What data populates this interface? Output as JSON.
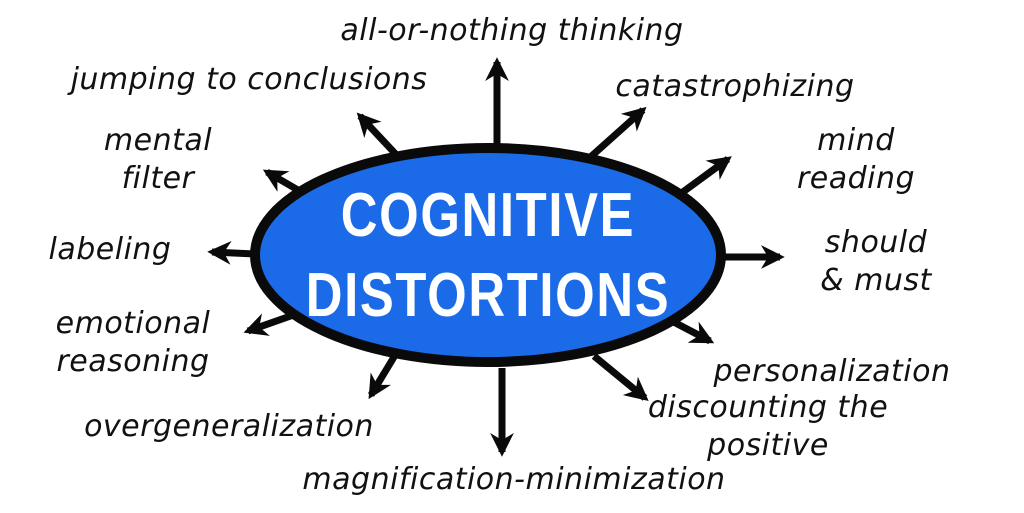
{
  "title": {
    "line1": "COGNITIVE",
    "line2": "DISTORTIONS"
  },
  "colors": {
    "background": "#ffffff",
    "ellipse_fill": "#1b6ae8",
    "ellipse_stroke": "#0a0a0a",
    "title_text": "#ffffff",
    "label_text": "#111111",
    "arrow": "#0a0a0a"
  },
  "labels": {
    "all_or_nothing": {
      "text": "all-or-nothing thinking"
    },
    "jumping_to_conclusions": {
      "text": "jumping to conclusions"
    },
    "catastrophizing": {
      "text": "catastrophizing"
    },
    "mental_filter": {
      "text": "mental\nfilter"
    },
    "mind_reading": {
      "text": "mind\nreading"
    },
    "labeling": {
      "text": "labeling"
    },
    "should_must": {
      "text": "should\n& must"
    },
    "emotional_reasoning": {
      "text": "emotional\nreasoning"
    },
    "personalization": {
      "text": "personalization"
    },
    "overgeneralization": {
      "text": "overgeneralization"
    },
    "discounting_the_positive": {
      "text": "discounting the positive"
    },
    "magnification_minimization": {
      "text": "magnification-minimization"
    }
  }
}
